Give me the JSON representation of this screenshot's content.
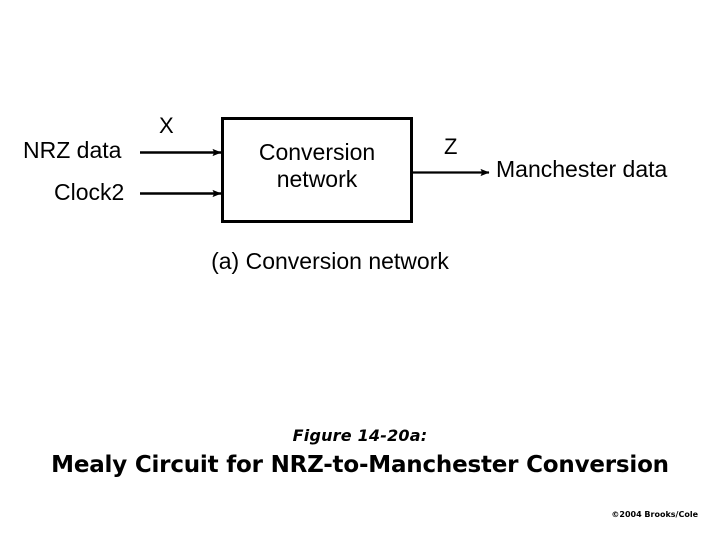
{
  "slide": {
    "background_color": "#ffffff",
    "ink_color": "#000000"
  },
  "diagram": {
    "part_caption": "(a) Conversion network",
    "block": {
      "name": "conversion-network-block",
      "line1": "Conversion",
      "line2": "network",
      "text": "Conversion\nnetwork"
    },
    "inputs": [
      {
        "label": "NRZ data",
        "signal": "X"
      },
      {
        "label": "Clock2",
        "signal": ""
      }
    ],
    "outputs": [
      {
        "label": "Manchester data",
        "signal": "Z"
      }
    ],
    "signal_x": "X",
    "signal_z": "Z"
  },
  "figure": {
    "number": "Figure 14-20a:",
    "title": "Mealy Circuit for NRZ-to-Manchester Conversion"
  },
  "footer": {
    "copyright": "©2004 Brooks/Cole"
  }
}
